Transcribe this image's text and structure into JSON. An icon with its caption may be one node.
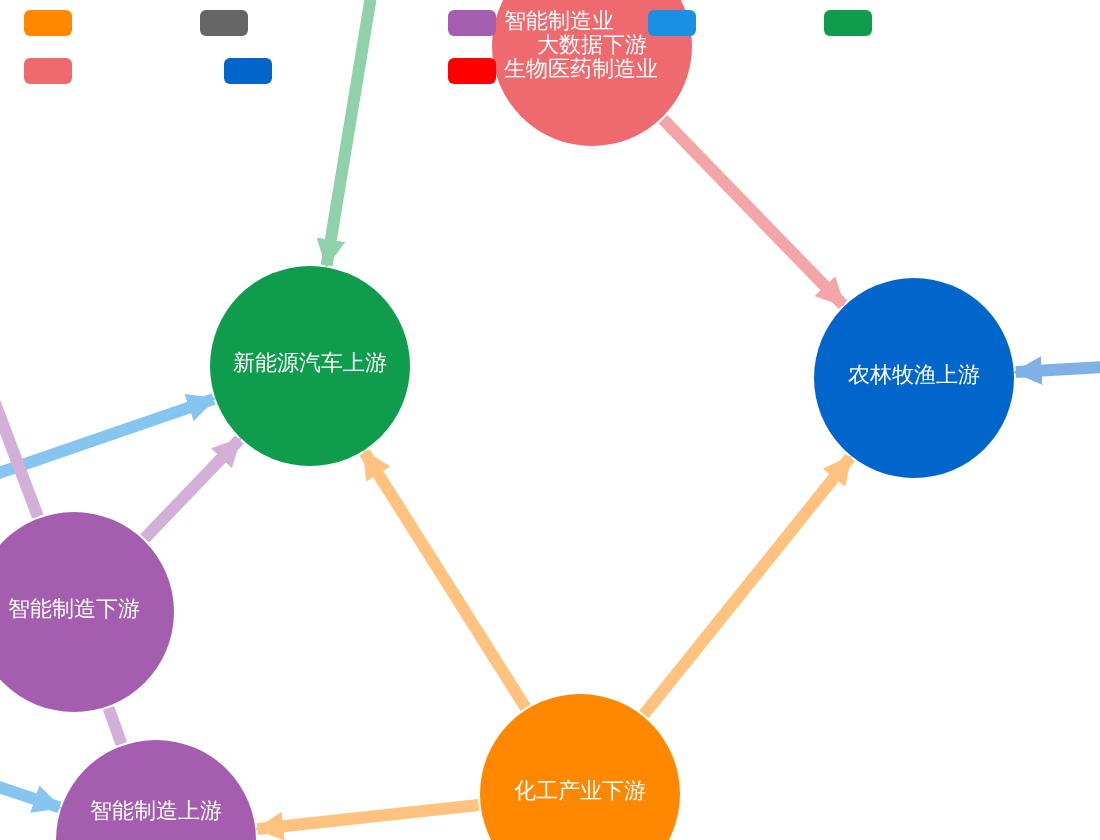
{
  "diagram": {
    "nodes": [
      {
        "text": [
          "大数据下游"
        ]
      },
      {
        "text": [
          "新能源汽车上游"
        ]
      },
      {
        "text": [
          "农林牧渔上游"
        ]
      },
      {
        "text": [
          "智能制造下游"
        ]
      },
      {
        "text": [
          "智能制造上游"
        ]
      },
      {
        "text": [
          "化工产业下游"
        ]
      }
    ],
    "edges": [
      {
        "from": null,
        "to": 1,
        "arrow": "to",
        "color": "#8fd1a9"
      },
      {
        "from": 0,
        "to": 2,
        "arrow": "to",
        "color": "#f4a5a8"
      },
      {
        "from": null,
        "to": 2,
        "arrow": "to",
        "color": "#7fb0e6"
      },
      {
        "from": null,
        "to": 1,
        "arrow": "to",
        "color": "#86c5f0"
      },
      {
        "from": 3,
        "to": 1,
        "arrow": "to",
        "color": "#d2b0d8"
      },
      {
        "from": 5,
        "to": 1,
        "arrow": "to",
        "color": "#ffc37f"
      },
      {
        "from": 5,
        "to": 2,
        "arrow": "to",
        "color": "#ffc37f"
      },
      {
        "from": 5,
        "to": 4,
        "arrow": "to",
        "color": "#ffc37f"
      },
      {
        "from": 3,
        "to": 4,
        "arrow": "none",
        "color": "#d2b0d8"
      },
      {
        "from": null,
        "to": 3,
        "arrow": "none",
        "color": "#d2b0d8"
      },
      {
        "from": null,
        "to": 4,
        "arrow": "to",
        "color": "#86c5f0"
      }
    ],
    "legend": [
      {
        "text": "智能制造业",
        "color": "#a55eaf"
      },
      {
        "text": "生物医药制造业",
        "color": "#ff0000"
      }
    ]
  }
}
